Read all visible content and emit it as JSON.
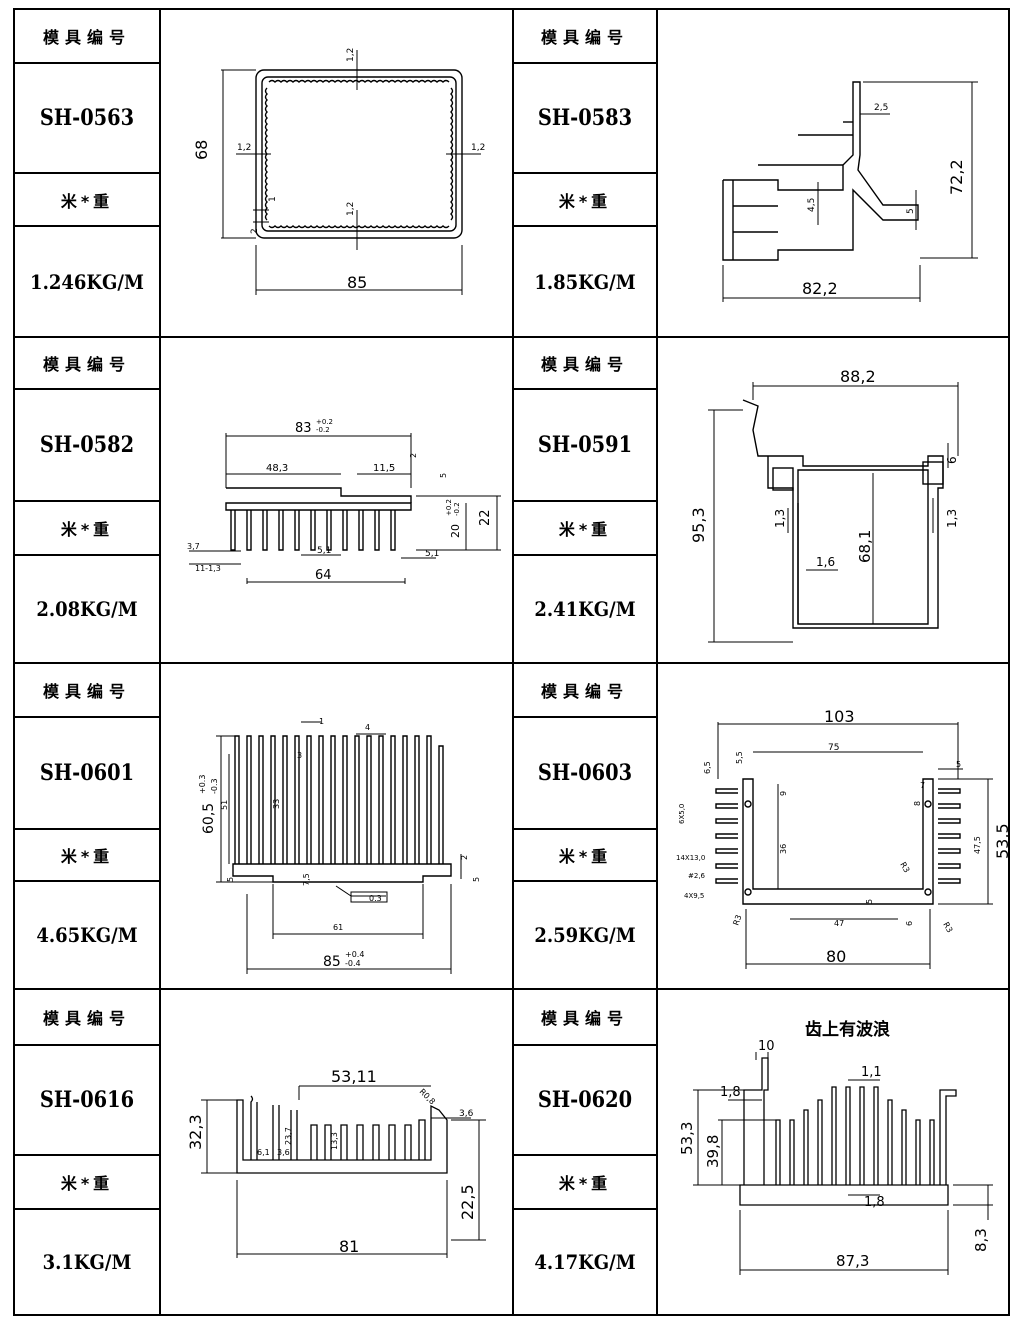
{
  "labels": {
    "mold_no": "模具编号",
    "weight_per_m": "米*重"
  },
  "profiles": [
    {
      "code": "SH-0563",
      "weight": "1.246KG/M",
      "dims": {
        "width": "85",
        "height": "68",
        "wall_top": "1,2",
        "wall_left": "1,2",
        "wall_right": "1,2",
        "wall_bottom": "1,2",
        "slot": "1",
        "base": "2"
      }
    },
    {
      "code": "SH-0583",
      "weight": "1.85KG/M",
      "dims": {
        "width": "82,2",
        "height": "72,2",
        "fin": "2,5",
        "step": "4,5",
        "lip": "5"
      }
    },
    {
      "code": "SH-0582",
      "weight": "2.08KG/M",
      "dims": {
        "total": "83",
        "total_tol_up": "+0.2",
        "total_tol_dn": "-0.2",
        "left": "48,3",
        "mid": "11,5",
        "r1": "2",
        "r2": "5",
        "height": "22",
        "fin_h": "20",
        "fin_tol_up": "+0.2",
        "fin_tol_dn": "-0.2",
        "pitch": "5,1",
        "pitch2": "5,1",
        "base_w": "64",
        "edge": "3,7",
        "edge2": "11-1,3"
      }
    },
    {
      "code": "SH-0591",
      "weight": "2.41KG/M",
      "dims": {
        "width": "88,2",
        "height": "95,3",
        "inner_h": "68,1",
        "wall_l": "1,3",
        "wall_r": "1,3",
        "wall_mid": "1,6",
        "top_lip": "6"
      }
    },
    {
      "code": "SH-0601",
      "weight": "4.65KG/M",
      "dims": {
        "height": "60,5",
        "h_tol_up": "+0.3",
        "h_tol_dn": "-0.3",
        "inner": "51",
        "fin_l": "33",
        "fin_t": "1",
        "fin_gap": "4",
        "fin_w": "3",
        "base": "7,5",
        "base2": "5",
        "base3": "5",
        "right_step": "2",
        "flat": "0.3",
        "mid_w": "61",
        "width": "85",
        "w_tol_up": "+0.4",
        "w_tol_dn": "-0.4"
      }
    },
    {
      "code": "SH-0603",
      "weight": "2.59KG/M",
      "dims": {
        "width": "103",
        "inner": "75",
        "base": "80",
        "height": "53,5",
        "h2": "47,5",
        "h3": "36",
        "a": "6,5",
        "b": "5,5",
        "c": "9",
        "d": "7",
        "e": "8",
        "f": "5",
        "g": "47",
        "h": "5",
        "k": "6",
        "r1": "R3",
        "r2": "R3",
        "r3": "R3",
        "s1": "6X5,0",
        "s2": "14X13,0",
        "s3": "#2,6",
        "s4": "4X9,5"
      }
    },
    {
      "code": "SH-0616",
      "weight": "3.1KG/M",
      "dims": {
        "top": "53,11",
        "height": "32,3",
        "base_h": "22,5",
        "width": "81",
        "r": "R0,8",
        "t": "3,6",
        "a": "6,1",
        "b": "3,6",
        "c": "23,7",
        "d": "13,3"
      }
    },
    {
      "code": "SH-0620",
      "weight": "4.17KG/M",
      "dims": {
        "lip": "10",
        "gap": "1,8",
        "fin": "1,1",
        "height": "53,3",
        "fin_h": "39,8",
        "base_t": "1,8",
        "width": "87,3",
        "base_h": "8,3"
      }
    }
  ],
  "notes": {
    "wave_teeth": "齿上有波浪"
  }
}
